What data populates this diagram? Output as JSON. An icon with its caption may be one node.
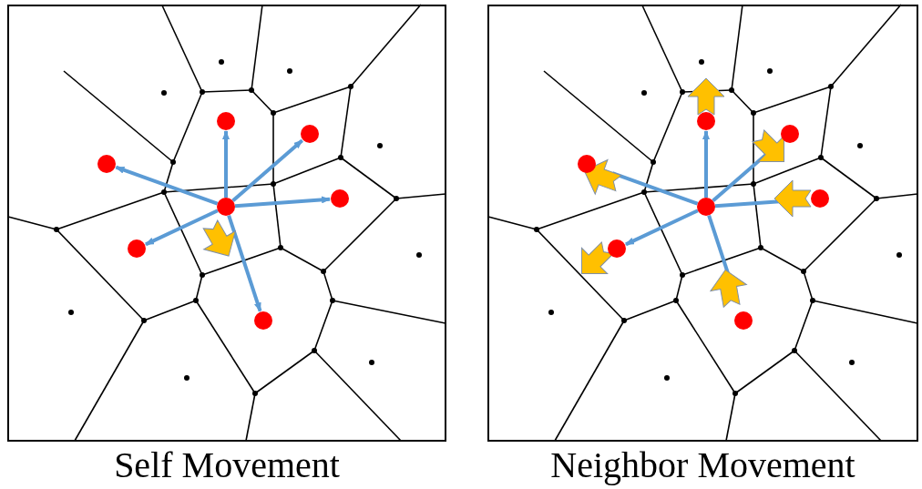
{
  "diagram": {
    "nodes": [
      {
        "text": [],
        "shape": "box",
        "beside": [
          "Self Movement"
        ]
      },
      {
        "text": [],
        "shape": "circle",
        "in": 0
      },
      {
        "text": [],
        "shape": "circle",
        "in": 0
      },
      {
        "text": [],
        "shape": "circle",
        "in": 0
      },
      {
        "text": [],
        "shape": "circle",
        "in": 0
      },
      {
        "text": [],
        "shape": "circle",
        "in": 0
      },
      {
        "text": [],
        "shape": "circle",
        "in": 0
      },
      {
        "text": [],
        "shape": "circle",
        "in": 0
      },
      {
        "text": [],
        "shape": "box",
        "beside": [
          "Neighbor Movement"
        ]
      },
      {
        "text": [],
        "shape": "circle",
        "in": 8
      },
      {
        "text": [],
        "shape": "circle",
        "in": 8
      },
      {
        "text": [],
        "shape": "circle",
        "in": 8
      },
      {
        "text": [],
        "shape": "circle",
        "in": 8
      },
      {
        "text": [],
        "shape": "circle",
        "in": 8
      },
      {
        "text": [],
        "shape": "circle",
        "in": 8
      },
      {
        "text": [],
        "shape": "circle",
        "in": 8
      }
    ],
    "edges": [
      {
        "from": 1,
        "to": 2,
        "arrow": "to"
      },
      {
        "from": 1,
        "to": 3,
        "arrow": "to"
      },
      {
        "from": 1,
        "to": 4,
        "arrow": "to"
      },
      {
        "from": 1,
        "to": 5,
        "arrow": "to"
      },
      {
        "from": 1,
        "to": 6,
        "arrow": "to"
      },
      {
        "from": 1,
        "to": 7,
        "arrow": "to"
      },
      {
        "from": 9,
        "to": 10,
        "arrow": "to"
      },
      {
        "from": 9,
        "to": 11,
        "arrow": "none"
      },
      {
        "from": 9,
        "to": 12,
        "arrow": "none"
      },
      {
        "from": 9,
        "to": 13,
        "arrow": "none"
      },
      {
        "from": 9,
        "to": 14,
        "arrow": "to"
      },
      {
        "from": 9,
        "to": 15,
        "arrow": "none"
      }
    ]
  }
}
